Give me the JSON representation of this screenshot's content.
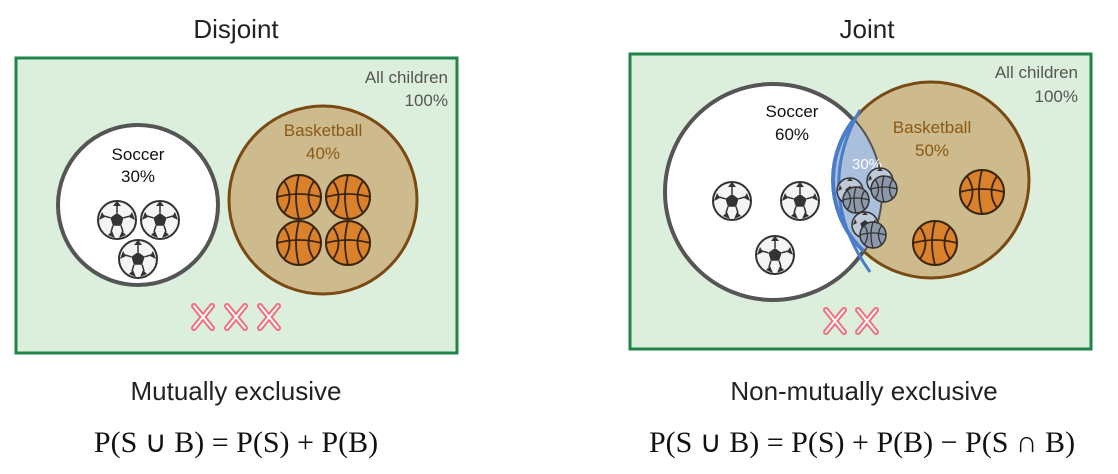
{
  "left": {
    "title": "Disjoint",
    "universe_label_1": "All children",
    "universe_label_2": "100%",
    "soccer_label": "Soccer",
    "soccer_pct": "30%",
    "basketball_label": "Basketball",
    "basketball_pct": "40%",
    "caption": "Mutually exclusive",
    "formula": "P(S ∪ B) = P(S) + P(B)"
  },
  "right": {
    "title": "Joint",
    "universe_label_1": "All children",
    "universe_label_2": "100%",
    "soccer_label": "Soccer",
    "soccer_pct": "60%",
    "basketball_label": "Basketball",
    "basketball_pct": "50%",
    "overlap_pct": "30%",
    "caption": "Non-mutually exclusive",
    "formula": "P(S ∪ B) = P(S) + P(B) − P(S ∩ B)"
  },
  "colors": {
    "universe_fill": "#dcefdc",
    "universe_border": "#1e8449",
    "soccer_fill": "#ffffff",
    "soccer_border": "#555555",
    "basketball_fill": "#cdbb8e",
    "basketball_border": "#7b4a12",
    "basketball_text": "#8a5a14",
    "overlap_fill": "#a9bfdc",
    "overlap_border": "#4a7cc9",
    "cross": "#f26f7e"
  }
}
